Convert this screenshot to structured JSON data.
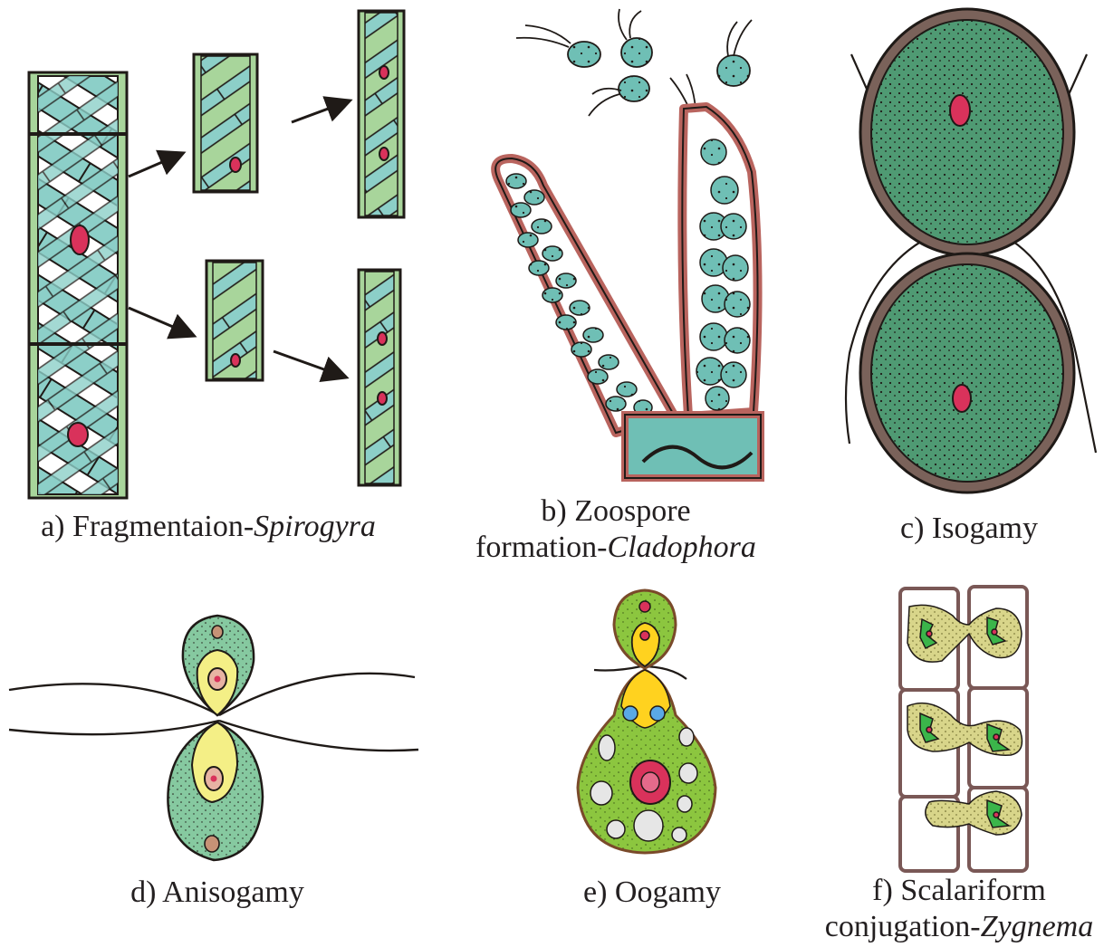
{
  "colors": {
    "outline": "#1f1a17",
    "cell_wall_green": "#a8d59b",
    "chloroplast_teal": "#8ccfc8",
    "nucleus_red": "#d9325b",
    "zoospore_teal": "#6fbfb5",
    "filament_brown": "#b9645e",
    "isogamete_green": "#4f9a73",
    "isogamete_wall": "#7a625a",
    "anisogamete_green": "#86c9a0",
    "anisogamete_yellow": "#f4ef86",
    "egg_green": "#8cc63f",
    "sperm_yellow": "#ffd21f",
    "vesicle_blue": "#5aa9e6",
    "zygnema_olive": "#d8d58a",
    "zygnema_green": "#3bb54a",
    "zygnema_wall": "#7a5856"
  },
  "panels": [
    {
      "id": "a",
      "caption_prefix": "a) Fragmentaion-",
      "caption_italic": "Spirogyra",
      "caption_line2_prefix": "",
      "caption_line2_italic": ""
    },
    {
      "id": "b",
      "caption_prefix": "b) Zoospore",
      "caption_italic": "",
      "caption_line2_prefix": "formation-",
      "caption_line2_italic": "Cladophora"
    },
    {
      "id": "c",
      "caption_prefix": "c) Isogamy",
      "caption_italic": "",
      "caption_line2_prefix": "",
      "caption_line2_italic": ""
    },
    {
      "id": "d",
      "caption_prefix": "d) Anisogamy",
      "caption_italic": "",
      "caption_line2_prefix": "",
      "caption_line2_italic": ""
    },
    {
      "id": "e",
      "caption_prefix": "e) Oogamy",
      "caption_italic": "",
      "caption_line2_prefix": "",
      "caption_line2_italic": ""
    },
    {
      "id": "f",
      "caption_prefix": "f) Scalariform",
      "caption_italic": "",
      "caption_line2_prefix": "conjugation-",
      "caption_line2_italic": "Zygnema"
    }
  ]
}
